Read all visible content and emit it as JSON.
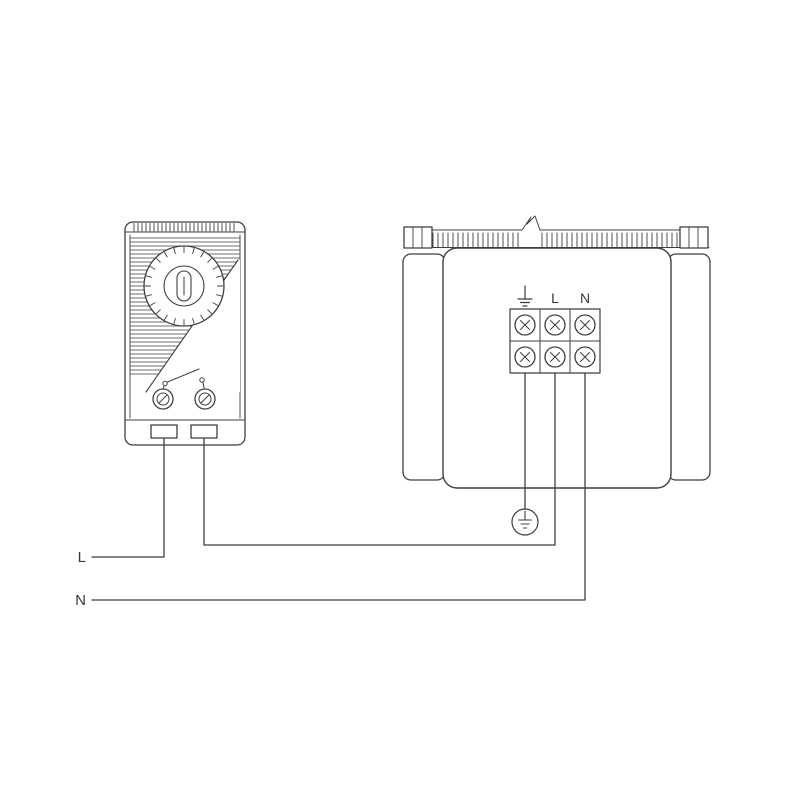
{
  "diagram": {
    "type": "wiring-schematic",
    "components": {
      "left_device": "thermostat",
      "right_device": "fan-heater",
      "ground": "protective-earth-point"
    },
    "supply_labels": {
      "line": "L",
      "neutral": "N"
    },
    "terminal_labels": {
      "earth": "⏚",
      "line": "L",
      "neutral": "N"
    },
    "colors": {
      "stroke": "#3f3f3f",
      "background": "#ffffff"
    }
  }
}
